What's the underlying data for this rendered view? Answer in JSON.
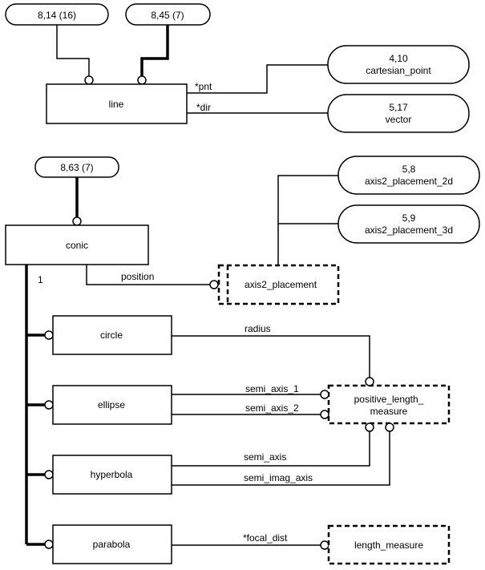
{
  "diagram": {
    "page_refs": {
      "ref_8_14": "8,14 (16)",
      "ref_8_45": "8,45 (7)",
      "ref_8_63": "8,63 (7)"
    },
    "external_refs": {
      "cartesian_point": {
        "ref": "4,10",
        "name": "cartesian_point"
      },
      "vector": {
        "ref": "5,17",
        "name": "vector"
      },
      "axis2_placement_2d": {
        "ref": "5,8",
        "name": "axis2_placement_2d"
      },
      "axis2_placement_3d": {
        "ref": "5,9",
        "name": "axis2_placement_3d"
      }
    },
    "entities": {
      "line": "line",
      "conic": "conic",
      "circle": "circle",
      "ellipse": "ellipse",
      "hyperbola": "hyperbola",
      "parabola": "parabola"
    },
    "types": {
      "axis2_placement": "axis2_placement",
      "positive_length_measure_1": "positive_length_",
      "positive_length_measure_2": "measure",
      "length_measure": "length_measure"
    },
    "attributes": {
      "pnt": "*pnt",
      "dir": "*dir",
      "position": "position",
      "radius": "radius",
      "semi_axis_1": "semi_axis_1",
      "semi_axis_2": "semi_axis_2",
      "semi_axis": "semi_axis",
      "semi_imag_axis": "semi_imag_axis",
      "focal_dist": "*focal_dist"
    },
    "cardinality": {
      "conic_subtype": "1"
    }
  }
}
